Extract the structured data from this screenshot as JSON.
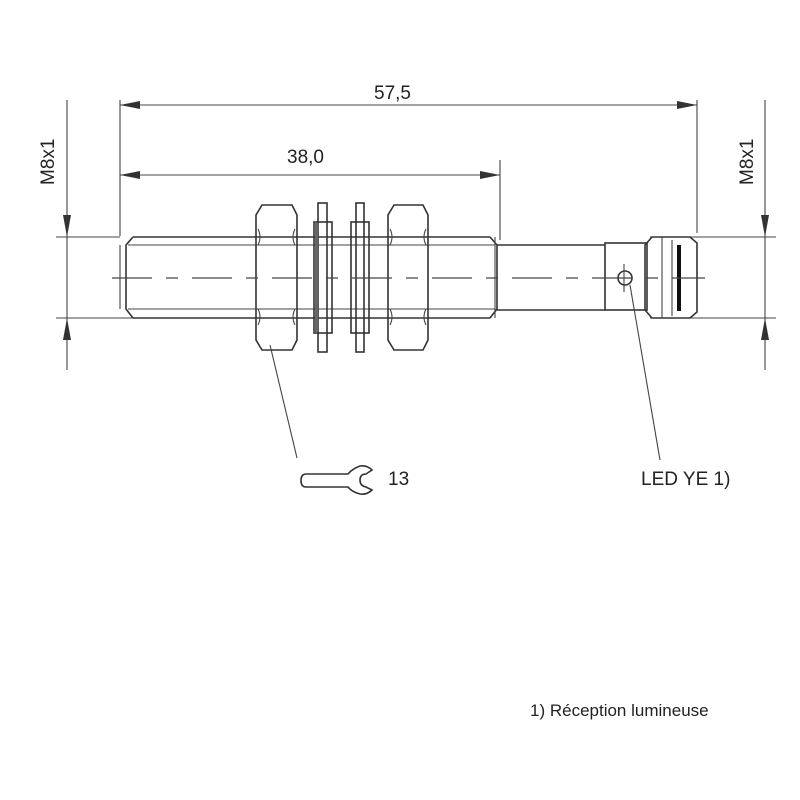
{
  "dimensions": {
    "overall_length": "57,5",
    "thread_length": "38,0",
    "thread_left": "M8x1",
    "thread_right": "M8x1"
  },
  "callouts": {
    "wrench_size": "13",
    "wrench_icon": "wrench-icon",
    "led_label": "LED YE 1)"
  },
  "footnote": "1) Réception lumineuse"
}
